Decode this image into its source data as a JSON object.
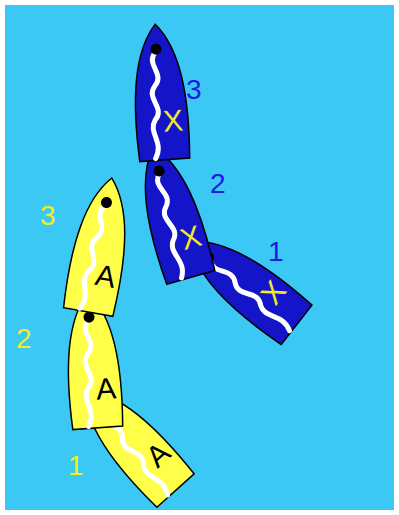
{
  "diagram": {
    "nodes": [
      {
        "text": [
          "X"
        ]
      },
      {
        "text": [
          "X"
        ]
      },
      {
        "text": [
          "X"
        ]
      },
      {
        "text": [
          "A"
        ]
      },
      {
        "text": [
          "A"
        ]
      },
      {
        "text": [
          "A"
        ]
      }
    ],
    "labels": [
      "3",
      "2",
      "1",
      "3",
      "2",
      "1"
    ]
  }
}
